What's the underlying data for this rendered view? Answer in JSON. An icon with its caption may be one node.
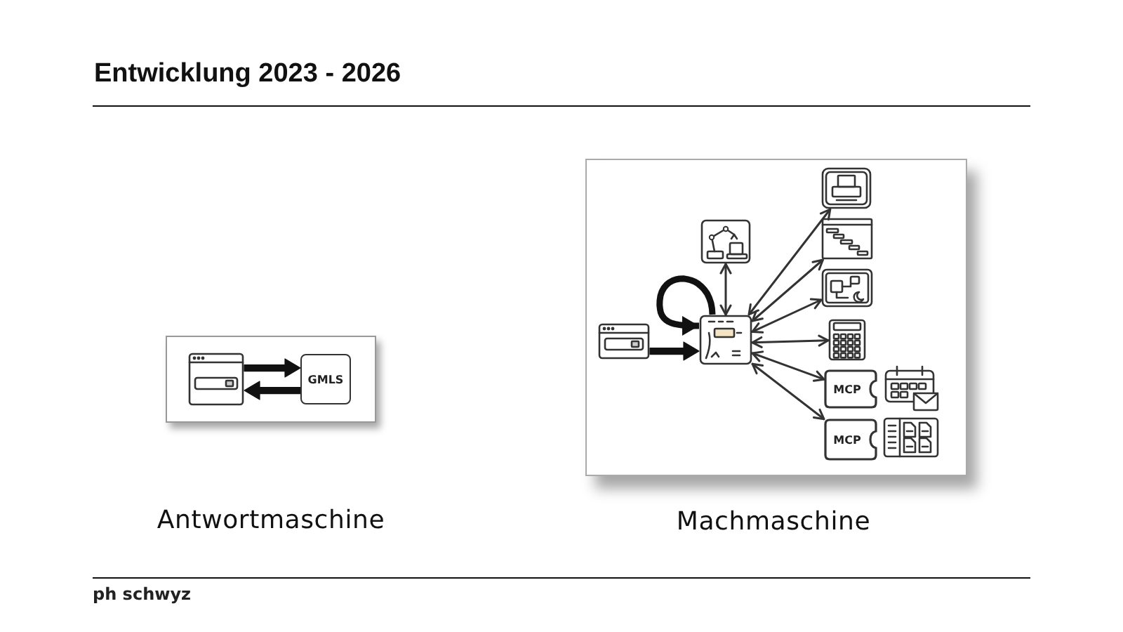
{
  "diagram": {
    "title": "Entwicklung 2023 - 2026",
    "nodes": [
      {
        "text": [],
        "shape": "box",
        "beside": [
          "Antwortmaschine"
        ]
      },
      {
        "text": [],
        "shape": "picture",
        "in": 0
      },
      {
        "text": [
          "GMLS"
        ],
        "in": 0
      },
      {
        "text": [],
        "shape": "box",
        "beside": [
          "Machmaschine"
        ]
      },
      {
        "text": [],
        "shape": "picture",
        "in": 3
      },
      {
        "text": [],
        "shape": "picture",
        "in": 3
      },
      {
        "text": [],
        "shape": "picture",
        "in": 3
      },
      {
        "text": [],
        "shape": "picture",
        "in": 3
      },
      {
        "text": [],
        "shape": "picture",
        "in": 3
      },
      {
        "text": [],
        "shape": "picture",
        "in": 3
      },
      {
        "text": [],
        "shape": "picture",
        "in": 3
      },
      {
        "text": [
          "MCP"
        ],
        "in": 3
      },
      {
        "text": [],
        "shape": "picture",
        "in": 3
      },
      {
        "text": [
          "MCP"
        ],
        "in": 3
      },
      {
        "text": [],
        "shape": "picture",
        "in": 3
      }
    ],
    "edges": [
      {
        "from": 1,
        "to": 2,
        "arrow": "to",
        "style": "thick"
      },
      {
        "from": 2,
        "to": 1,
        "arrow": "to",
        "style": "thick"
      },
      {
        "from": 4,
        "to": 5,
        "arrow": "to",
        "style": "thick"
      },
      {
        "from": 5,
        "to": 5,
        "arrow": "to",
        "style": "thick"
      },
      {
        "from": 5,
        "to": 6,
        "arrow": "both"
      },
      {
        "from": 5,
        "to": 7,
        "arrow": "both"
      },
      {
        "from": 5,
        "to": 8,
        "arrow": "both"
      },
      {
        "from": 5,
        "to": 9,
        "arrow": "both"
      },
      {
        "from": 5,
        "to": 10,
        "arrow": "both"
      },
      {
        "from": 5,
        "to": 11,
        "arrow": "both"
      },
      {
        "from": 5,
        "to": 13,
        "arrow": "both"
      }
    ],
    "labels": [
      "ph schwyz"
    ]
  }
}
